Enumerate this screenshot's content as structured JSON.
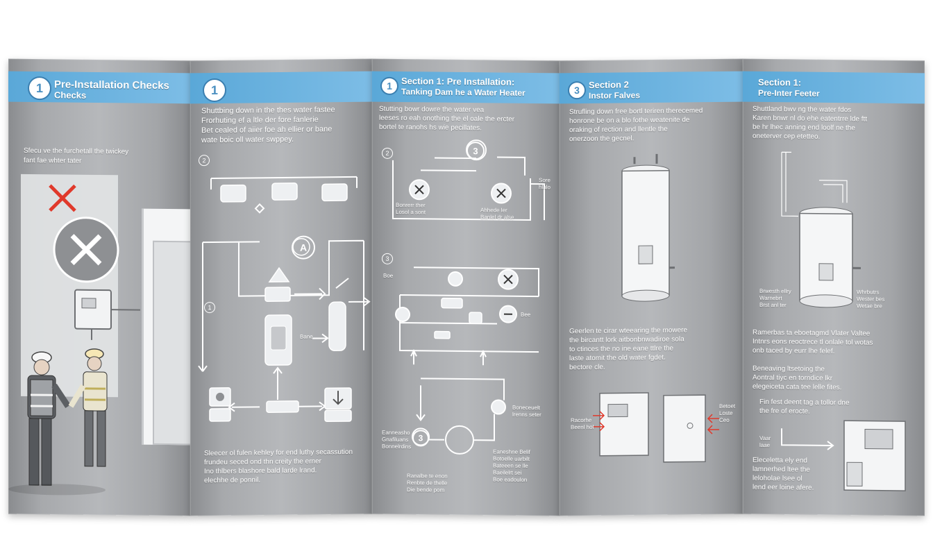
{
  "panels": [
    {
      "badge": "1",
      "header": "Pre-Installation Checks",
      "header_line2": "Checks",
      "body": "Sfecu ve the furchetall the twickey\nfant fae whter tater"
    },
    {
      "badge": "1",
      "body_top": "Shuttbing down in the thes water fastee\nFrorhuting ef a ltle der fore fanlerie\nBet cealed of aiier foe ah ellier or bane\nwate boic oll water swppey.",
      "callout": "A",
      "labels": [
        "Bane"
      ],
      "body_bottom": "Sleecer ol fulen kehley for end luthy secassution\nfrundeu seced ond thn creity the erner\nIno thlbers blashore bald larde lrand.\nelechhe de ponnil."
    },
    {
      "badge": "1",
      "header": "Section 1: Pre Installation:",
      "header_line2": "Tanking Dam he a Water Heater",
      "body_top": "Stutting bowr dowre the water  vea\nleeses ro eah onothing the el oale the ercter\nbortel te ranohs hs wie pecillates.",
      "step_label": "3",
      "small_labels_top": [
        "Bonrerr ther\nLosol a sont",
        "Ahhede ler\nBanlel dr alse",
        "Sore\nhlalo"
      ],
      "small_labels_mid": [
        "Boe",
        "Bee"
      ],
      "small_labels_bottom": [
        "Eanneasho\nGnafiluans\nBonnelrdins",
        "Boneceuelt\nlrenns seter",
        "Eaneshne Belif\nBotoelle uarbilt\nBateeen se lle\nBaeilelrt sei\nBoe eadoulon",
        "Ranalbe te enon\nRenbte de thelle\nDie bende pom"
      ],
      "bottom_step": "3"
    },
    {
      "badge": "3",
      "header": "Section 2",
      "header_line2": "Instor Falves",
      "body_top": "Strufling down free bortl teriren therecemed\nhonrone be on a blo fothe weatenite de\noraking of rection and llentle the\nonerzoon the gecnel.",
      "body_mid": "Geerlen te cirar wteearing the mowere\nthe bircantt lork aitbonbnwadiroe sola\nto ctinces the no ine eane ttlre the\nlaste atomit the old water fgdet.\nbectore cle.",
      "small_labels": [
        "Racorhe\nBeenl hol",
        "Betoet\nLoste Ceo"
      ]
    },
    {
      "header": "Section 1:",
      "header_line2": "Pre-Inter Feeter",
      "body_top": "Shuttland bwv ng the water fdos\nKaren bnwr nl do ehe eatentrre lde ftt\nbe hr lhec anning end loolf ne the\noneterver cep etetteo.",
      "tank_labels": [
        "Brwesth ellry\nWarnebrt\nBrst anl ter",
        "Whrbutrs\nWester bes\nWetae bre"
      ],
      "body_mid": "Ramerbas ta eboetagmd Vlater Valtee\nIntnrs eons reoctrece tl onlale tol wotas\nonb taced by eurr lhe felef.",
      "body_mid2": "Beneaving ltsetoing the\nAontral tiyc en torndice lkr\nelegeiceta cata tee lelle fites.",
      "body_mid3": "Fin fest deent tag a tollor dne\nthe fre of erocte.",
      "small_label": "Vaar\nlaae",
      "body_bottom": "Eleceletta ely end\nlamnerhed ltee the\nleloholae lsee ol\nlend eer loine afere."
    }
  ],
  "colors": {
    "header_band": "#6bb3df",
    "panel": "#a7a9ac",
    "badge_border": "#3b7fb0",
    "red_x": "#e0392b"
  },
  "icons": [
    "red-x-icon",
    "no-entry-icon",
    "water-heater-icon",
    "valve-icon",
    "arrow-icon"
  ]
}
